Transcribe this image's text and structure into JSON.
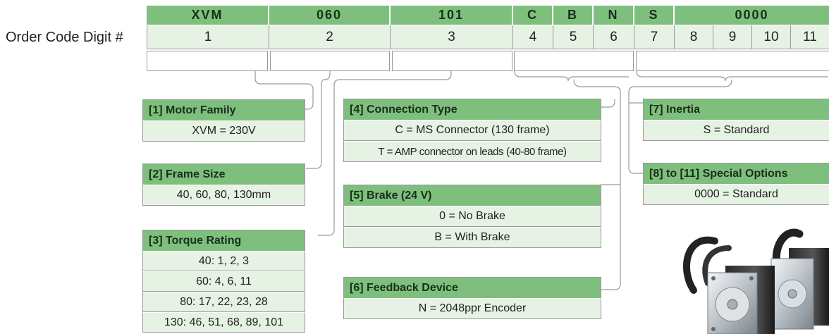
{
  "order_code": {
    "row_label": "Order Code Digit #",
    "groups": [
      {
        "code": "XVM"
      },
      {
        "code": "060"
      },
      {
        "code": "101"
      },
      {
        "code": "C"
      },
      {
        "code": "B"
      },
      {
        "code": "N"
      },
      {
        "code": "S"
      },
      {
        "code": "0000"
      }
    ],
    "digits": [
      "1",
      "2",
      "3",
      "4",
      "5",
      "6",
      "7",
      "8",
      "9",
      "10",
      "11"
    ]
  },
  "options": {
    "motor_family": {
      "title": "[1] Motor Family",
      "rows": [
        "XVM = 230V"
      ]
    },
    "frame_size": {
      "title": "[2] Frame Size",
      "rows": [
        "40, 60, 80, 130mm"
      ]
    },
    "torque_rating": {
      "title": "[3] Torque Rating",
      "rows": [
        "40: 1, 2, 3",
        "60: 4, 6, 11",
        "80: 17, 22, 23, 28",
        "130: 46, 51, 68, 89, 101"
      ]
    },
    "connection_type": {
      "title": "[4] Connection Type",
      "rows": [
        "C = MS Connector (130 frame)",
        "T = AMP connector on leads (40-80 frame)"
      ]
    },
    "brake": {
      "title": "[5] Brake (24 V)",
      "rows": [
        "0 = No Brake",
        "B = With Brake"
      ]
    },
    "feedback_device": {
      "title": "[6] Feedback Device",
      "rows": [
        "N = 2048ppr Encoder"
      ]
    },
    "inertia": {
      "title": "[7] Inertia",
      "rows": [
        "S = Standard"
      ]
    },
    "special_options": {
      "title": "[8] to [11]  Special Options",
      "rows": [
        "0000 = Standard"
      ]
    }
  },
  "colors": {
    "header_green": "#7fbf7d",
    "row_green": "#e6f2e3",
    "line_gray": "#9a9a9a"
  },
  "image": {
    "subject": "servo-motors-photo"
  }
}
